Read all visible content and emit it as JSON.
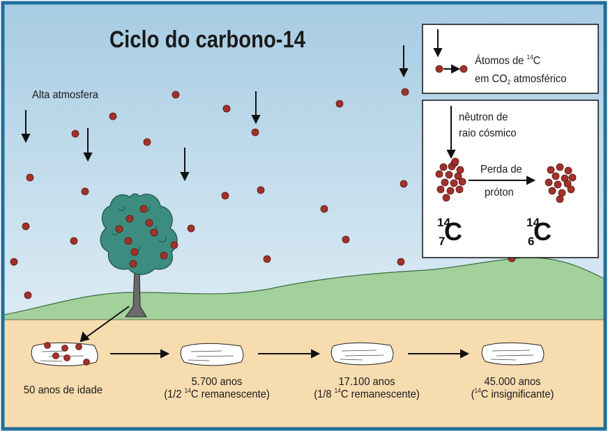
{
  "title": "Ciclo do carbono-14",
  "upper_atmosphere_label": "Alta atmosfera",
  "legend": {
    "atoms_line1_prefix": "Átomos de ",
    "atoms_line1_mass": "14",
    "atoms_line1_element": "C",
    "atoms_line2_prefix": "em CO",
    "atoms_line2_sub": "2",
    "atoms_line2_suffix": " atmosférico"
  },
  "process_box": {
    "neutron_line1": "nêutron de",
    "neutron_line2": "raio cósmico",
    "proton_loss_line1": "Perda de",
    "proton_loss_line2": "próton",
    "nucleus_left": {
      "mass": "14",
      "atomic": "7",
      "symbol": "C"
    },
    "nucleus_right": {
      "mass": "14",
      "atomic": "6",
      "symbol": "C"
    }
  },
  "stages": [
    {
      "line1": "50 anos de idade",
      "line2_prefix": "",
      "line2_mass": "",
      "line2_suffix": ""
    },
    {
      "line1": "5.700 anos",
      "line2_prefix": "(1/2 ",
      "line2_mass": "14",
      "line2_suffix": "C remanescente)"
    },
    {
      "line1": "17.100 anos",
      "line2_prefix": "(1/8 ",
      "line2_mass": "14",
      "line2_suffix": "C remanescente)"
    },
    {
      "line1": "45.000 anos",
      "line2_prefix": "(",
      "line2_mass": "14",
      "line2_suffix": "C insignificante)"
    }
  ],
  "colors": {
    "border": "#1f6f9a",
    "sky_top": "#a9cde4",
    "sky_bottom": "#e8f2f8",
    "hills": "#9fd09a",
    "ground": "#f7dcb0",
    "tree_crown": "#3f8f80",
    "trunk": "#555555",
    "atom": "#a1322b"
  }
}
